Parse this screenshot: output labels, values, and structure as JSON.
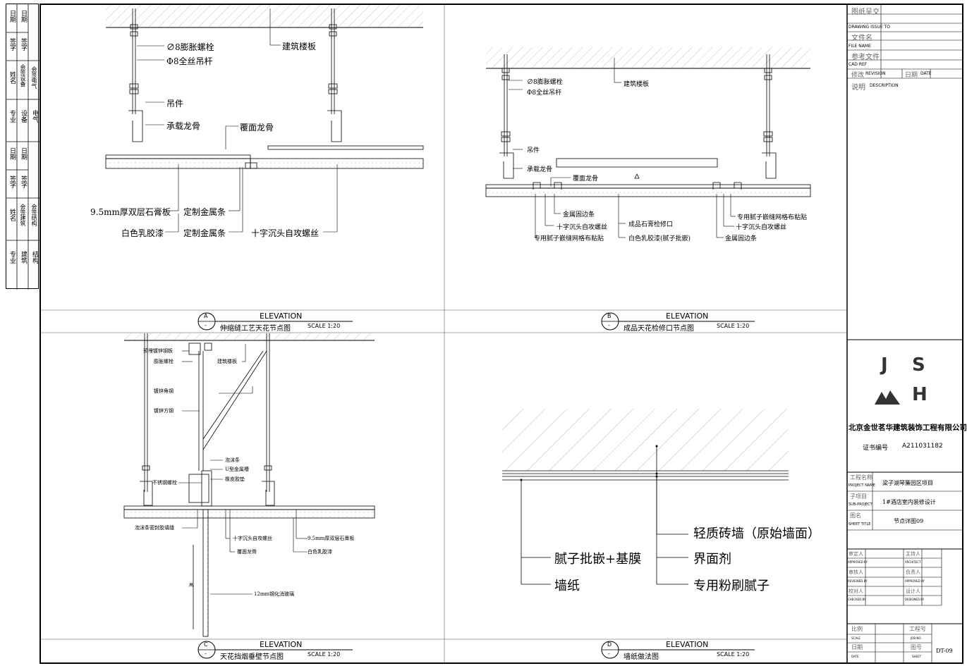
{
  "left_strip": {
    "col1": [
      "日期",
      "签字",
      "姓名",
      "专业",
      "日期",
      "签字",
      "姓名",
      "专业"
    ],
    "col2": [
      "日期",
      "签字",
      "会签设备",
      "设备",
      "日期",
      "签字",
      "会签建筑",
      "建筑"
    ],
    "col3": [
      "会签电气",
      "电气",
      "会签结构",
      "结构"
    ]
  },
  "panelA": {
    "labels": {
      "bolt": "∅8膨胀螺栓",
      "rod": "Φ8全丝吊杆",
      "slab": "建筑楼板",
      "hanger": "吊件",
      "main_keel": "承载龙骨",
      "cover_keel": "覆面龙骨",
      "gypsum": "9.5mm厚双层石膏板",
      "metal_strip1": "定制金属条",
      "latex": "白色乳胶漆",
      "metal_strip2": "定制金属条",
      "screw": "十字沉头自攻螺丝"
    },
    "title": {
      "letter": "A",
      "dash": "-",
      "elev": "ELEVATION",
      "name": "伸缩缝工艺天花节点图",
      "scale": "SCALE 1:20"
    }
  },
  "panelB": {
    "labels": {
      "bolt": "∅8膨胀螺栓",
      "rod": "Φ8全丝吊杆",
      "slab": "建筑楼板",
      "hanger": "吊件",
      "main_keel": "承载龙骨",
      "cover_keel": "覆面龙骨",
      "edge_strip": "金属固边条",
      "screw": "十字沉头自攻螺丝",
      "mesh": "专用腻子嵌缝网格布粘贴",
      "access": "成品石膏检修口",
      "latex": "白色乳胶漆(腻子批嵌)",
      "mesh_r": "专用腻子嵌缝网格布粘贴",
      "screw_r": "十字沉头自攻螺丝",
      "edge_r": "金属固边条"
    },
    "title": {
      "letter": "B",
      "dash": "-",
      "elev": "ELEVATION",
      "name": "成品天花检修口节点图",
      "scale": "SCALE 1:20"
    }
  },
  "panelC": {
    "labels": {
      "plate": "预埋镀锌钢板",
      "bolt": "膨胀螺栓",
      "slab": "建筑楼板",
      "angle": "镀锌角钢",
      "square": "镀锌方钢",
      "foam": "泡沫条",
      "u_groove": "U型金属槽",
      "rubber": "橡皮胶垫",
      "ss_bolt": "不锈钢螺栓",
      "seal": "泡沫条密封胶填缝",
      "screw": "十字沉头自攻螺丝",
      "gypsum": "9.5mm厚双层石膏板",
      "cover": "覆面龙骨",
      "latex": "白色乳胶漆",
      "glass": "12mm钢化消玻璃",
      "dim": "高"
    },
    "title": {
      "letter": "C",
      "dash": "-",
      "elev": "ELEVATION",
      "name": "天花挡烟垂壁节点图",
      "scale": "SCALE 1:20"
    }
  },
  "panelD": {
    "labels": {
      "wall": "轻质砖墙（原始墙面）",
      "putty": "腻子批嵌+基膜",
      "primer": "界面剂",
      "wallpaper": "墙纸",
      "special": "专用粉刷腻子"
    },
    "title": {
      "letter": "D",
      "dash": "-",
      "elev": "ELEVATION",
      "name": "墙纸做法图",
      "scale": "SCALE 1:20"
    }
  },
  "title_block": {
    "issue_cn": "图纸呈交",
    "issue_en": "DRAWING ISSUE TO",
    "file_cn": "文件名",
    "file_en": "FILE NAME",
    "ref_cn": "参考文件",
    "ref_en": "CAD REF",
    "rev_cn": "修改",
    "rev_en": "REVISION",
    "date_cn": "日期",
    "date_en": "DATE",
    "desc_cn": "说明",
    "desc_en": "DESCRIPTION",
    "logo1": "J",
    "logo2": "S",
    "logo3": "H",
    "company": "北京金世茗华建筑装饰工程有限公司",
    "cert_label": "证书编号",
    "cert_no": "A211031182",
    "project_cn": "工程名称",
    "project_en": "PROJECT NAME",
    "project": "梁子湖琴簾园区项目",
    "sub_cn": "子项目",
    "sub_en": "SUB-PROJECT",
    "sub": "1#酒店室内装修设计",
    "sheet_cn": "图名",
    "sheet_en": "SHEET TITLE",
    "sheet": "节点详图09",
    "sign": [
      {
        "cn": "审定人",
        "en": "APPROVED BY"
      },
      {
        "cn": "审核人",
        "en": "REVIEWED BY"
      },
      {
        "cn": "校对人",
        "en": "CHECKED BY"
      }
    ],
    "sign_r": [
      {
        "cn": "主持人",
        "en": "ARCHITECT"
      },
      {
        "cn": "负责人",
        "en": "APPROVED BY"
      },
      {
        "cn": "设计人",
        "en": "DESIGNED BY"
      }
    ],
    "scale_cn": "比例",
    "scale_en": "SCALE",
    "job_cn": "工程号",
    "job_en": "JOB NO.",
    "d_cn": "日期",
    "d_en": "DATE",
    "sheetno_cn": "图号",
    "sheetno_en": "SHEET",
    "sheet_no": "DT-09"
  }
}
